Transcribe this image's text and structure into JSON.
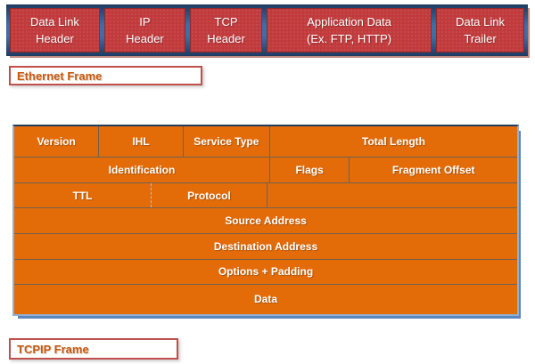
{
  "colors": {
    "bar_navy": "#1e3a62",
    "bar_divider_blue": "#3e6ea8",
    "cell_red": "#c13a3c",
    "cell_red_border": "#8e2a2c",
    "table_orange": "#e36c09",
    "table_border_blue": "#93afd0",
    "table_shadow_blue": "#5b87bc",
    "label_text_orange": "#c55a11",
    "label_border_red": "#c0504d",
    "text_white": "#ffffff"
  },
  "ethernet_bar": {
    "cells": [
      {
        "line1": "Data Link",
        "line2": "Header"
      },
      {
        "line1": "IP",
        "line2": "Header"
      },
      {
        "line1": "TCP",
        "line2": "Header"
      },
      {
        "line1": "Application Data",
        "line2": "(Ex. FTP, HTTP)"
      },
      {
        "line1": "Data Link",
        "line2": "Trailer"
      }
    ],
    "label": "Ethernet Frame"
  },
  "ip_table": {
    "row1": {
      "version": "Version",
      "ihl": "IHL",
      "service_type": "Service Type",
      "total_length": "Total Length"
    },
    "row2": {
      "identification": "Identification",
      "flags": "Flags",
      "fragment_offset": "Fragment Offset"
    },
    "row3": {
      "ttl": "TTL",
      "protocol": "Protocol",
      "empty": ""
    },
    "row4": {
      "source_address": "Source Address"
    },
    "row5": {
      "destination_address": "Destination Address"
    },
    "row6": {
      "options_padding": "Options + Padding"
    },
    "row7": {
      "data": "Data"
    },
    "label": "TCPIP Frame"
  }
}
